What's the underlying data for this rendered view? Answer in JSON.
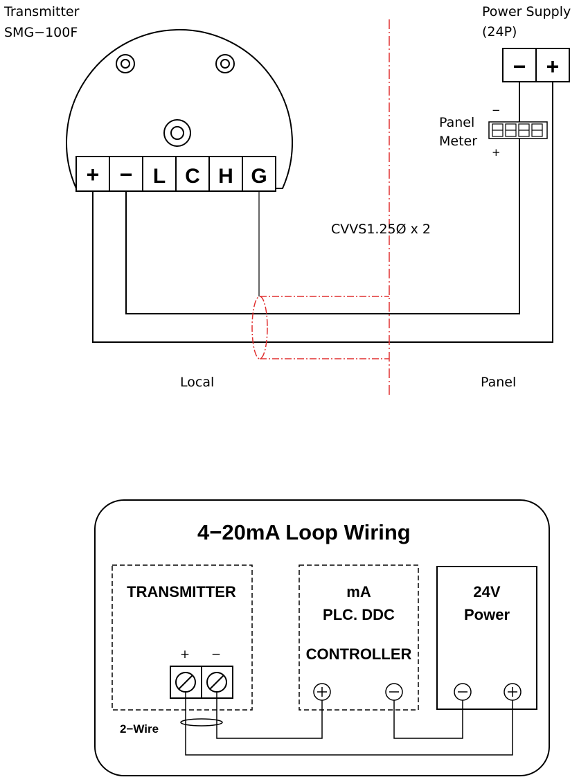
{
  "top": {
    "transmitter_title": "Transmitter",
    "transmitter_model": "SMG−100F",
    "power_supply_title": "Power Supply",
    "power_supply_model": "(24P)",
    "power_minus": "−",
    "power_plus": "+",
    "panel_meter_line1": "Panel",
    "panel_meter_line2": "Meter",
    "meter_minus": "−",
    "meter_plus": "+",
    "cable_label": "CVVS1.25Ø x 2",
    "zone_local": "Local",
    "zone_panel": "Panel",
    "terminals": [
      "+",
      "−",
      "L",
      "C",
      "H",
      "G"
    ]
  },
  "bottom": {
    "title": "4−20mA  Loop  Wiring",
    "transmitter_label": "TRANSMITTER",
    "tx_plus": "+",
    "tx_minus": "−",
    "two_wire": "2−Wire",
    "controller_line1": "mA",
    "controller_line2": "PLC. DDC",
    "controller_line3": "CONTROLLER",
    "power_line1": "24V",
    "power_line2": "Power"
  },
  "colors": {
    "line": "#000000",
    "boundary": "#e03030"
  }
}
